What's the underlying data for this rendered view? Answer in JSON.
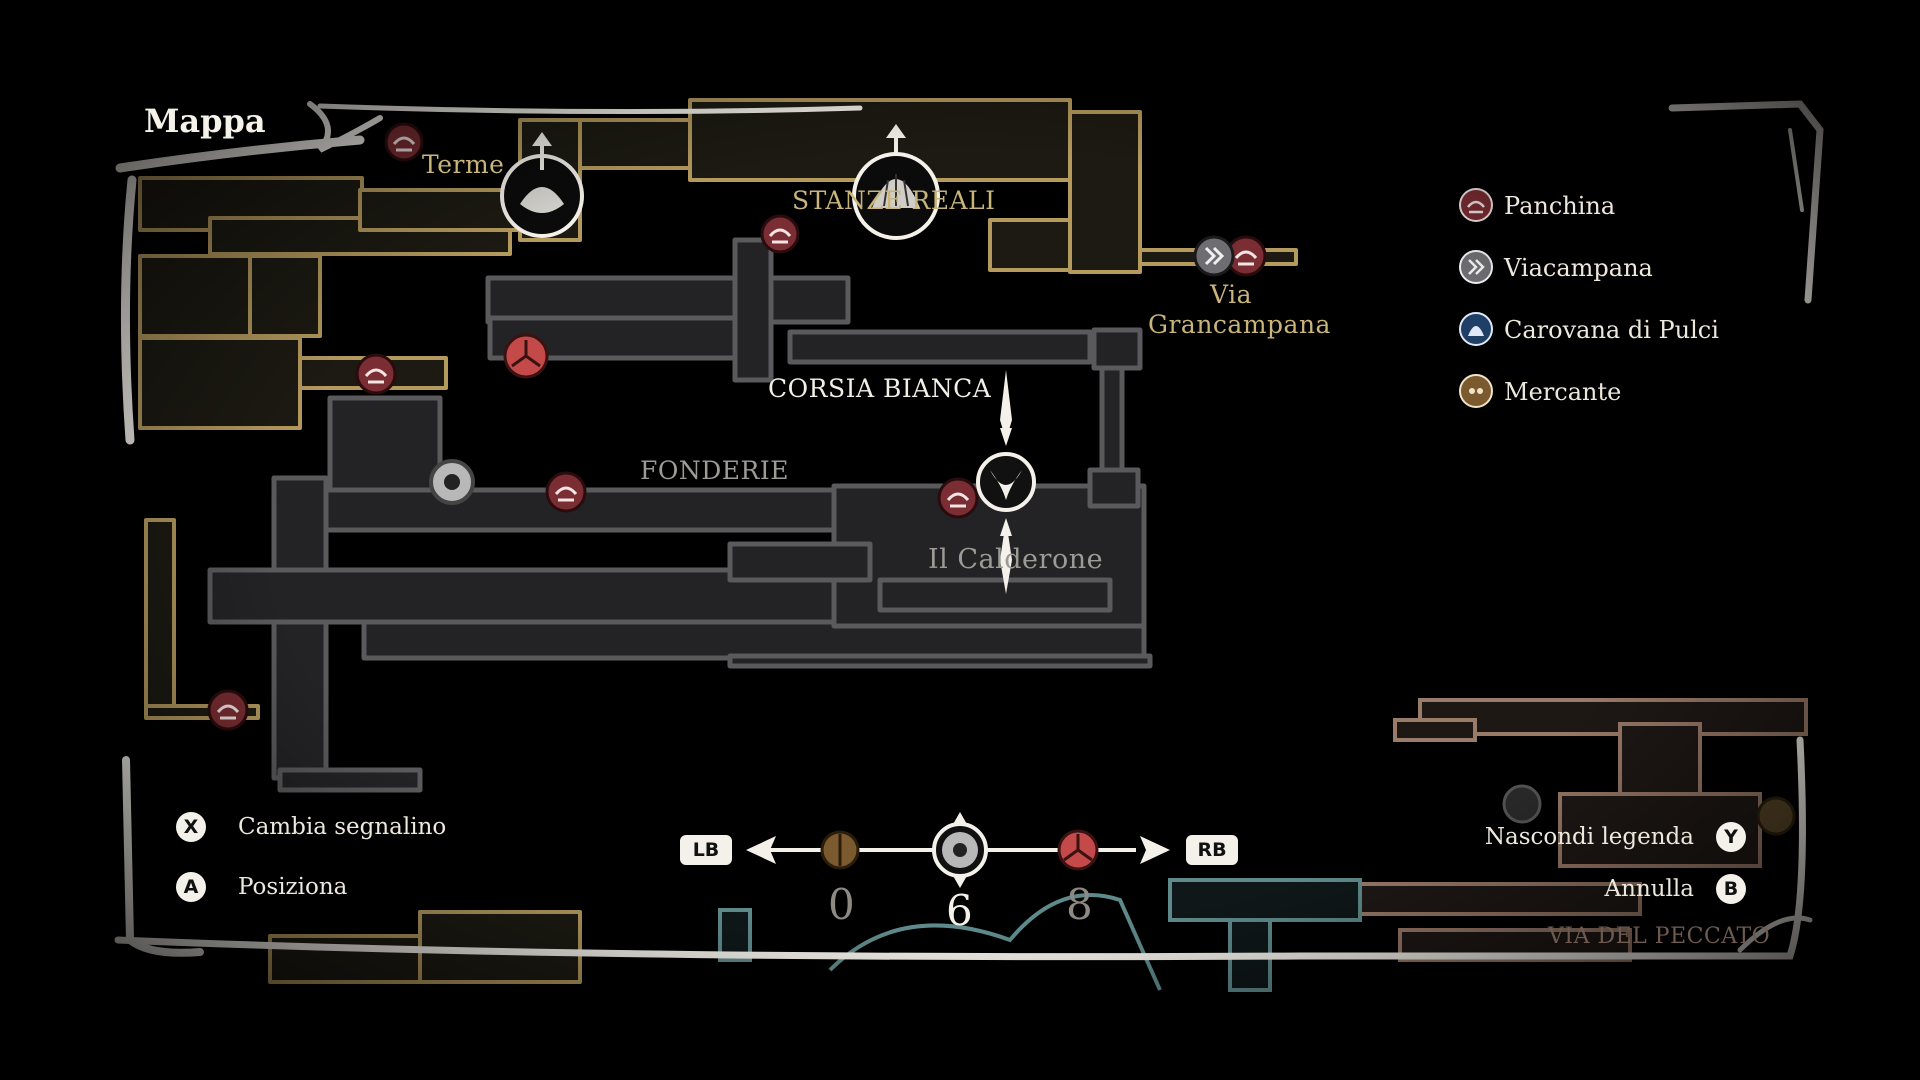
{
  "screen": {
    "title": "Mappa"
  },
  "map": {
    "areas": {
      "terme": "Terme",
      "stanze": "STANZE REALI",
      "via": "Via",
      "grancampana": "Grancampana",
      "corsia": "CORSIA BIANCA",
      "fonderie": "FONDERIE",
      "calderone": "Il Calderone",
      "peccato": "VIA DEL PECCATO"
    },
    "colors": {
      "gold_region": "#b59a5e",
      "grey_region": "#5a5a5c",
      "copper_region": "#9a7a68",
      "teal_region": "#5f8a8c",
      "bench_marker": "#a53f42",
      "frame": "#f4f1ea"
    }
  },
  "legend": {
    "items": [
      {
        "icon": "bench-icon",
        "label": "Panchina"
      },
      {
        "icon": "bellway-icon",
        "label": "Viacampana"
      },
      {
        "icon": "flea-caravan-icon",
        "label": "Carovana di Pulci"
      },
      {
        "icon": "merchant-icon",
        "label": "Mercante"
      }
    ]
  },
  "controls": {
    "change_marker": {
      "button": "X",
      "label": "Cambia segnalino"
    },
    "place": {
      "button": "A",
      "label": "Posiziona"
    },
    "hide_legend": {
      "button": "Y",
      "label": "Nascondi legenda"
    },
    "cancel": {
      "button": "B",
      "label": "Annulla"
    }
  },
  "marker_selector": {
    "left_button": "LB",
    "right_button": "RB",
    "markers": [
      {
        "icon": "bronze-marker-icon",
        "count": "0",
        "selected": false
      },
      {
        "icon": "silver-marker-icon",
        "count": "6",
        "selected": true
      },
      {
        "icon": "red-marker-icon",
        "count": "8",
        "selected": false
      }
    ]
  }
}
